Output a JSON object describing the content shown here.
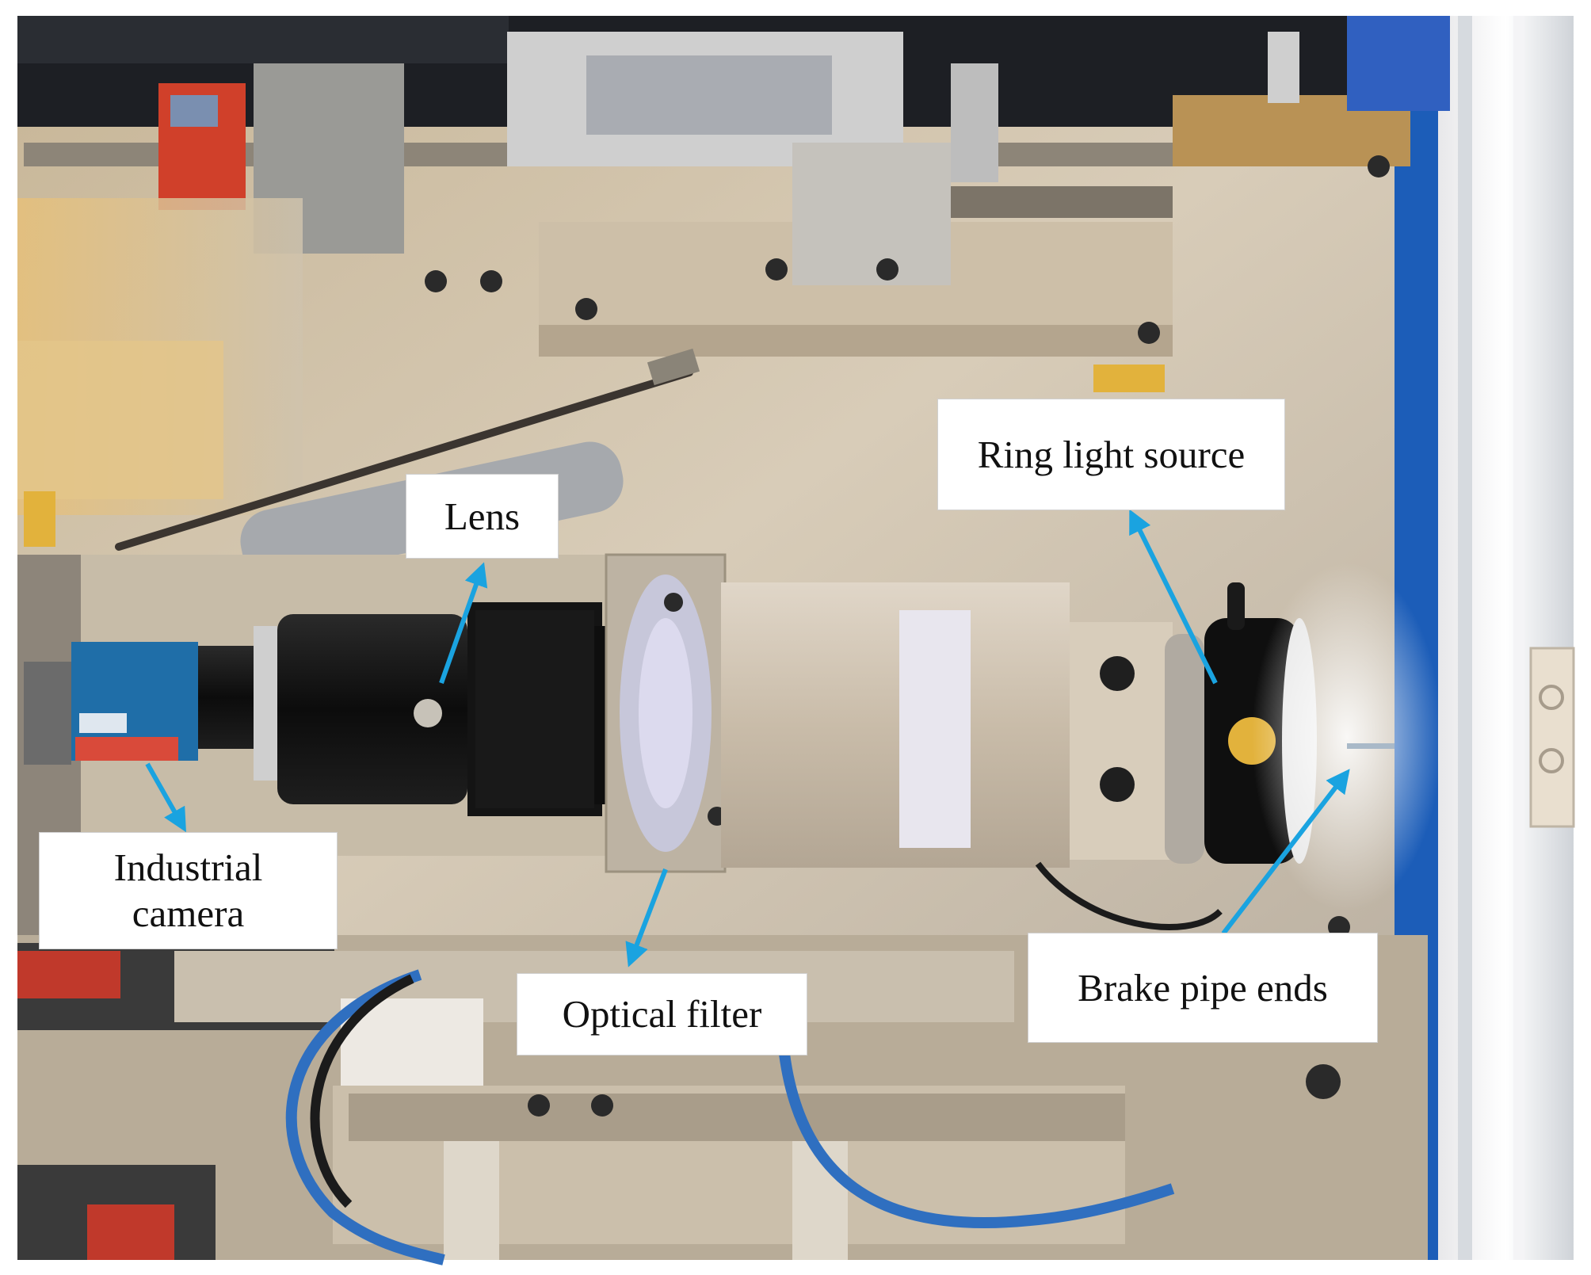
{
  "labels": {
    "lens": "Lens",
    "industrial_camera_line1": "Industrial",
    "industrial_camera_line2": "camera",
    "optical_filter": "Optical filter",
    "ring_light_source": "Ring light source",
    "brake_pipe_ends": "Brake pipe ends"
  },
  "colors": {
    "arrow": "#1aa3e0",
    "label_background": "#ffffff",
    "frame_blue": "#1c5db8",
    "camera_blue": "#1f6ea8",
    "tube_blue": "#2f6fc0"
  }
}
